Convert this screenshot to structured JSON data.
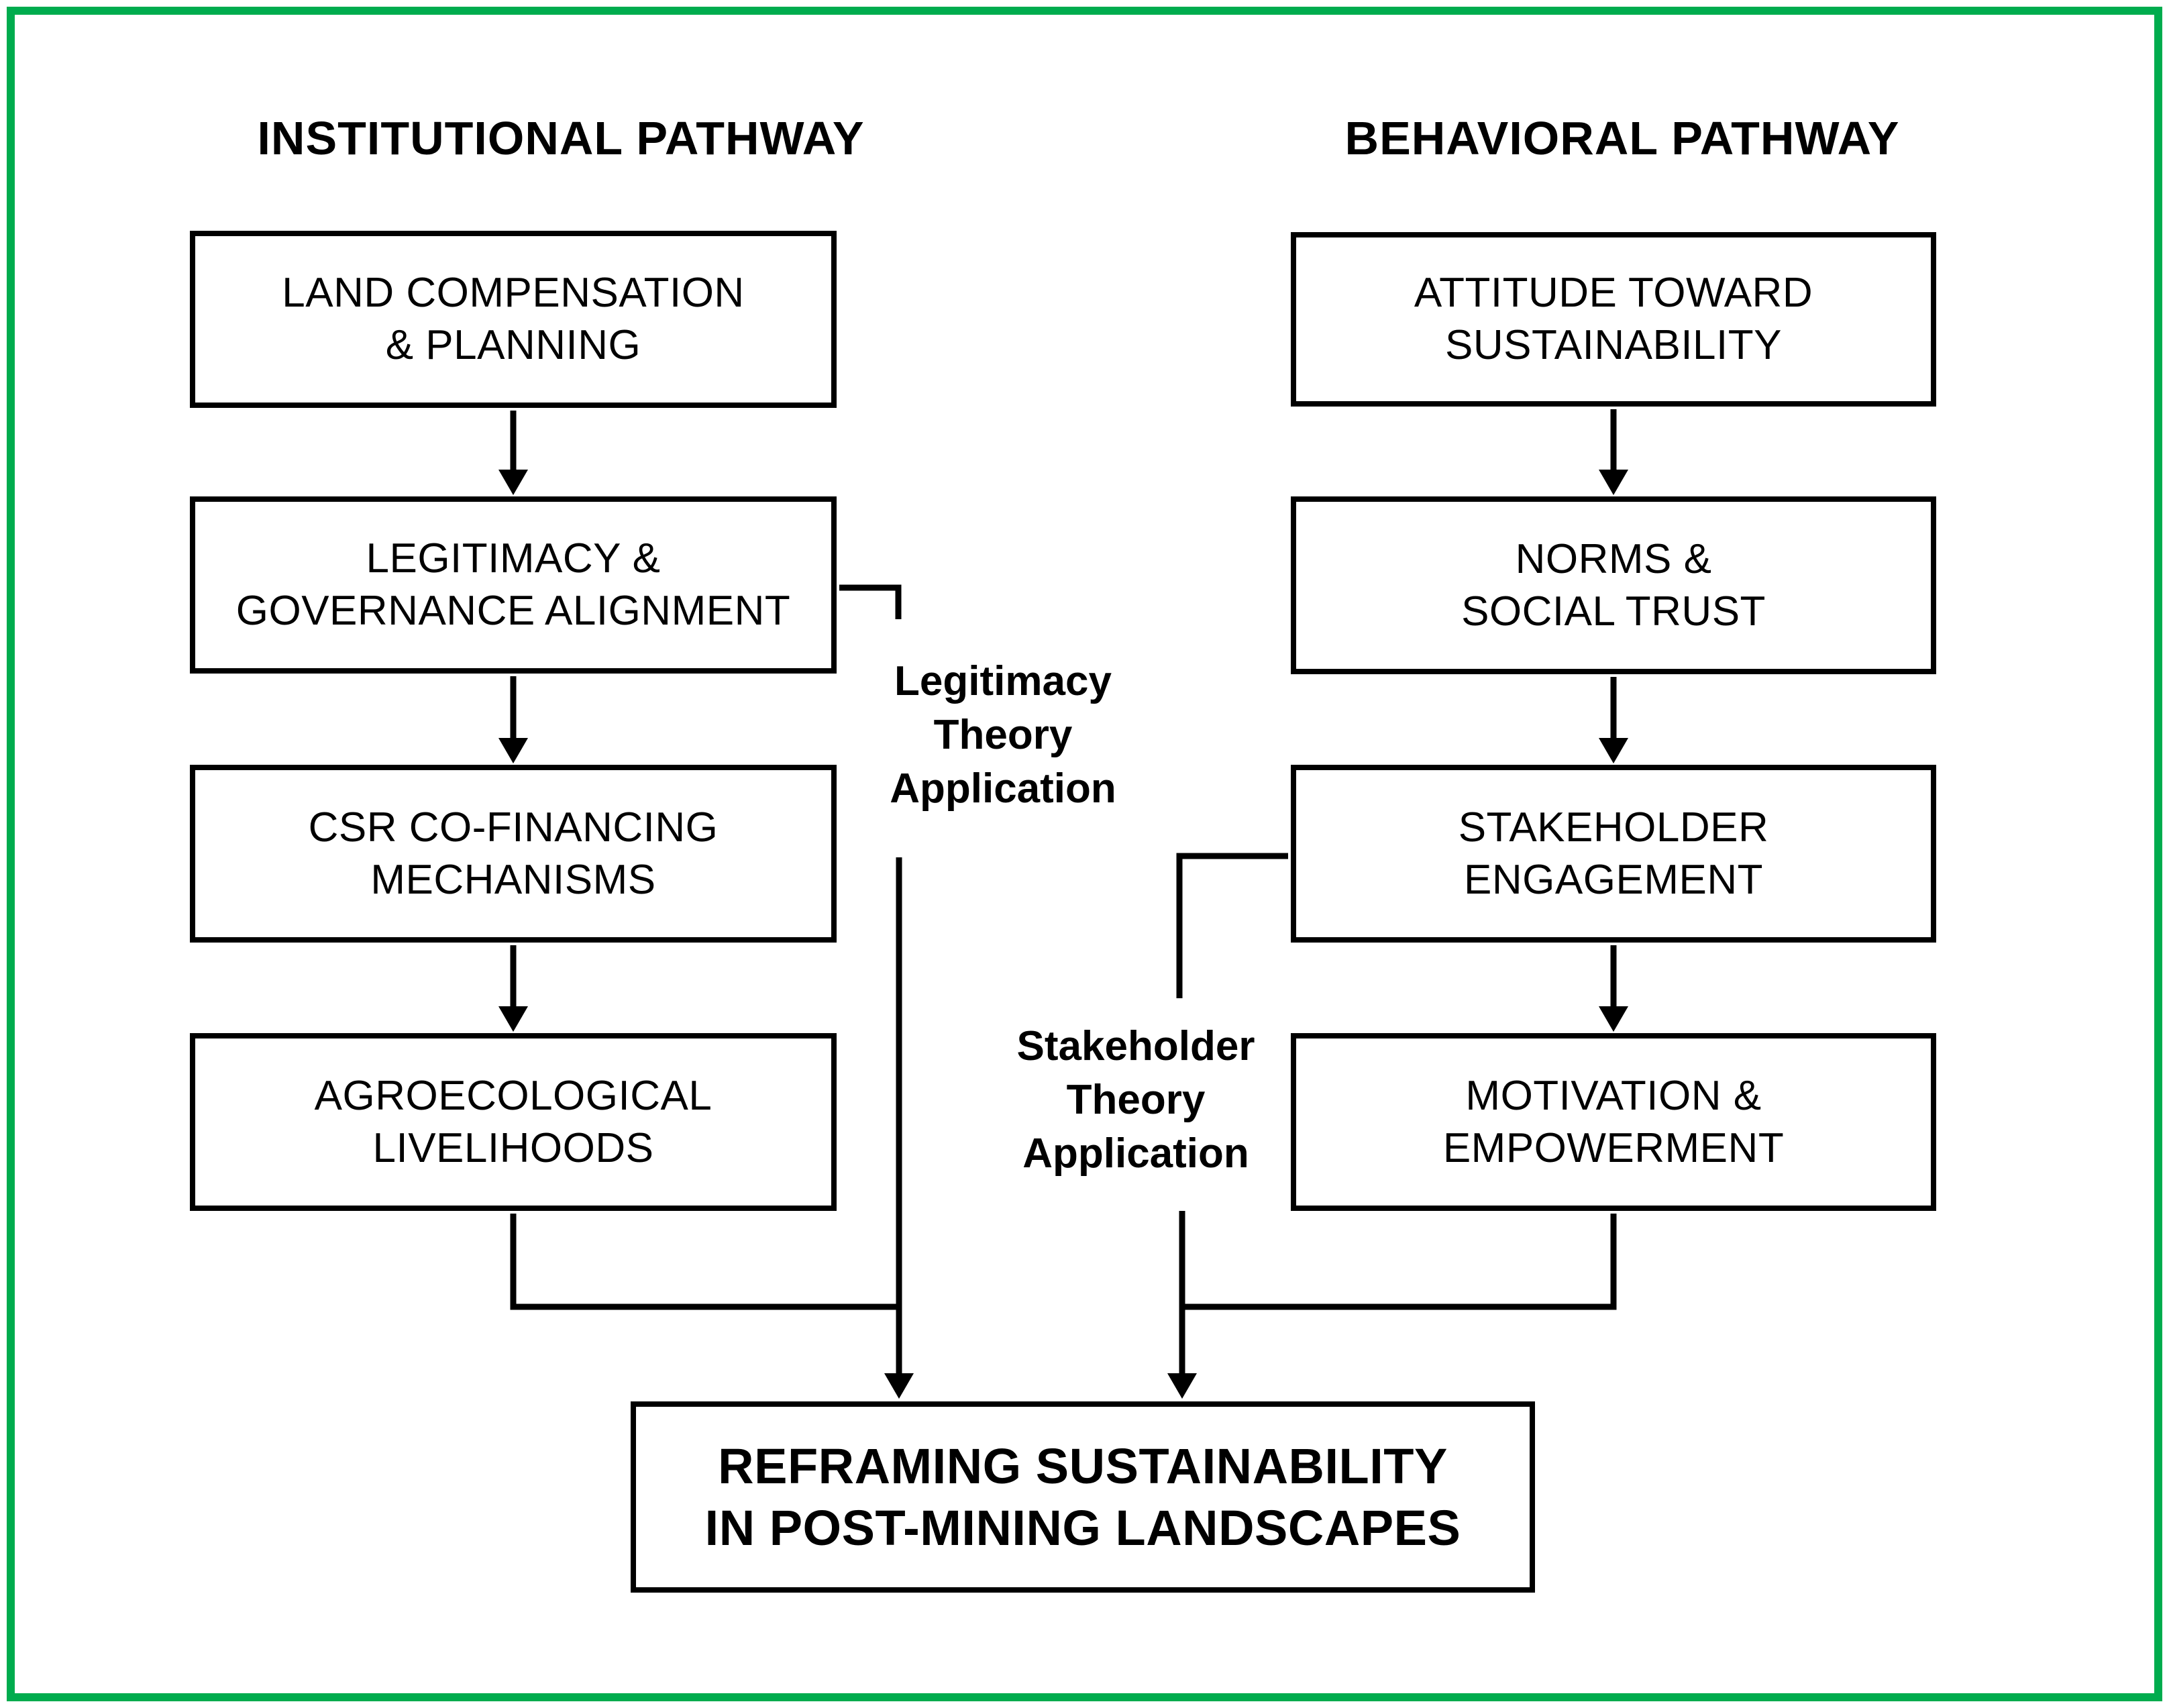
{
  "canvas": {
    "background_color": "#ffffff",
    "frame_border_color": "#00AC4E",
    "line_color": "#000000"
  },
  "titles": {
    "institutional": "INSTITUTIONAL PATHWAY",
    "behavioral": "BEHAVIORAL PATHWAY"
  },
  "institutional": {
    "boxes": [
      {
        "lines": [
          "LAND COMPENSATION",
          "& PLANNING"
        ]
      },
      {
        "lines": [
          "LEGITIMACY &",
          "GOVERNANCE ALIGNMENT"
        ]
      },
      {
        "lines": [
          "CSR CO-FINANCING",
          "MECHANISMS"
        ]
      },
      {
        "lines": [
          "AGROECOLOGICAL",
          "LIVELIHOODS"
        ]
      }
    ]
  },
  "behavioral": {
    "boxes": [
      {
        "lines": [
          "ATTITUDE TOWARD",
          "SUSTAINABILITY"
        ]
      },
      {
        "lines": [
          "NORMS &",
          "SOCIAL TRUST"
        ]
      },
      {
        "lines": [
          "STAKEHOLDER",
          "ENGAGEMENT"
        ]
      },
      {
        "lines": [
          "MOTIVATION &",
          "EMPOWERMENT"
        ]
      }
    ]
  },
  "annotations": {
    "legitimacy": {
      "lines": [
        "Legitimacy",
        "Theory",
        "Application"
      ]
    },
    "stakeholder": {
      "lines": [
        "Stakeholder",
        "Theory",
        "Application"
      ]
    }
  },
  "outcome": {
    "lines": [
      "REFRAMING SUSTAINABILITY",
      "IN POST-MINING LANDSCAPES"
    ]
  }
}
